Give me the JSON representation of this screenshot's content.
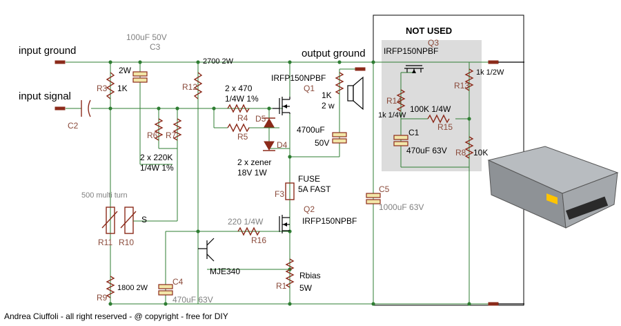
{
  "labels": {
    "input_ground": "input ground",
    "input_signal": "input signal",
    "output_ground": "output ground",
    "not_used": "NOT USED",
    "c3_value": "100uF 50V",
    "c3_ref": "C3",
    "c2_ref": "C2",
    "r3_ref": "R3",
    "r3_val": "1K",
    "r3_power": "2W",
    "r12_ref": "R12",
    "r12_val": "2700 2W",
    "r4r5_val1": "2 x 470",
    "r4r5_val2": "1/4W 1%",
    "r4_ref": "R4",
    "r5_ref": "R5",
    "r6_ref": "R6",
    "r7_ref": "R7",
    "r6r7_val1": "2 x 220K",
    "r6r7_val2": "1/4W 1%",
    "d5_ref": "D5",
    "d4_ref": "D4",
    "zener_val1": "2 x zener",
    "zener_val2": "18V 1W",
    "q1_part": "IRFP150NPBF",
    "q1_ref": "Q1",
    "speaker_r": "1K",
    "speaker_w": "2 w",
    "cout_val": "4700uF",
    "cout_v": "50V",
    "fuse1": "FUSE",
    "fuse2": "5A FAST",
    "f3_ref": "F3",
    "q2_ref": "Q2",
    "q2_part": "IRFP150NPBF",
    "r16_val": "220 1/4W",
    "r16_ref": "R16",
    "mje": "MJE340",
    "rbias": "Rbias",
    "rbias_w": "5W",
    "r1_ref": "R1",
    "c4_ref": "C4",
    "c4_val": "470uF 63V",
    "r9_ref": "R9",
    "r9_val": "1800 2W",
    "multi_turn": "500 multi turn",
    "r11_ref": "R11",
    "r10_ref": "R10",
    "pot_s": "S",
    "c5_ref": "C5",
    "c5_val": "1000uF 63V",
    "q3_part": "IRFP150NPBF",
    "q3_ref": "Q3",
    "r14_ref": "R14",
    "r14_val": "1k 1/4W",
    "r13_ref": "R13",
    "r13_val": "1k 1/2W",
    "r15_val": "100K 1/4W",
    "r15_ref": "R15",
    "c1_ref": "C1",
    "c1_val": "470uF 63V",
    "r8_ref": "R8",
    "r8_val": "10K",
    "copyright": "Andrea Ciuffoli - all right reserved - @ copyright - free for DIY"
  },
  "colors": {
    "wire": "#2e7d32",
    "component": "#8b2a1a",
    "text": "#000000",
    "annotation": "#808080"
  }
}
